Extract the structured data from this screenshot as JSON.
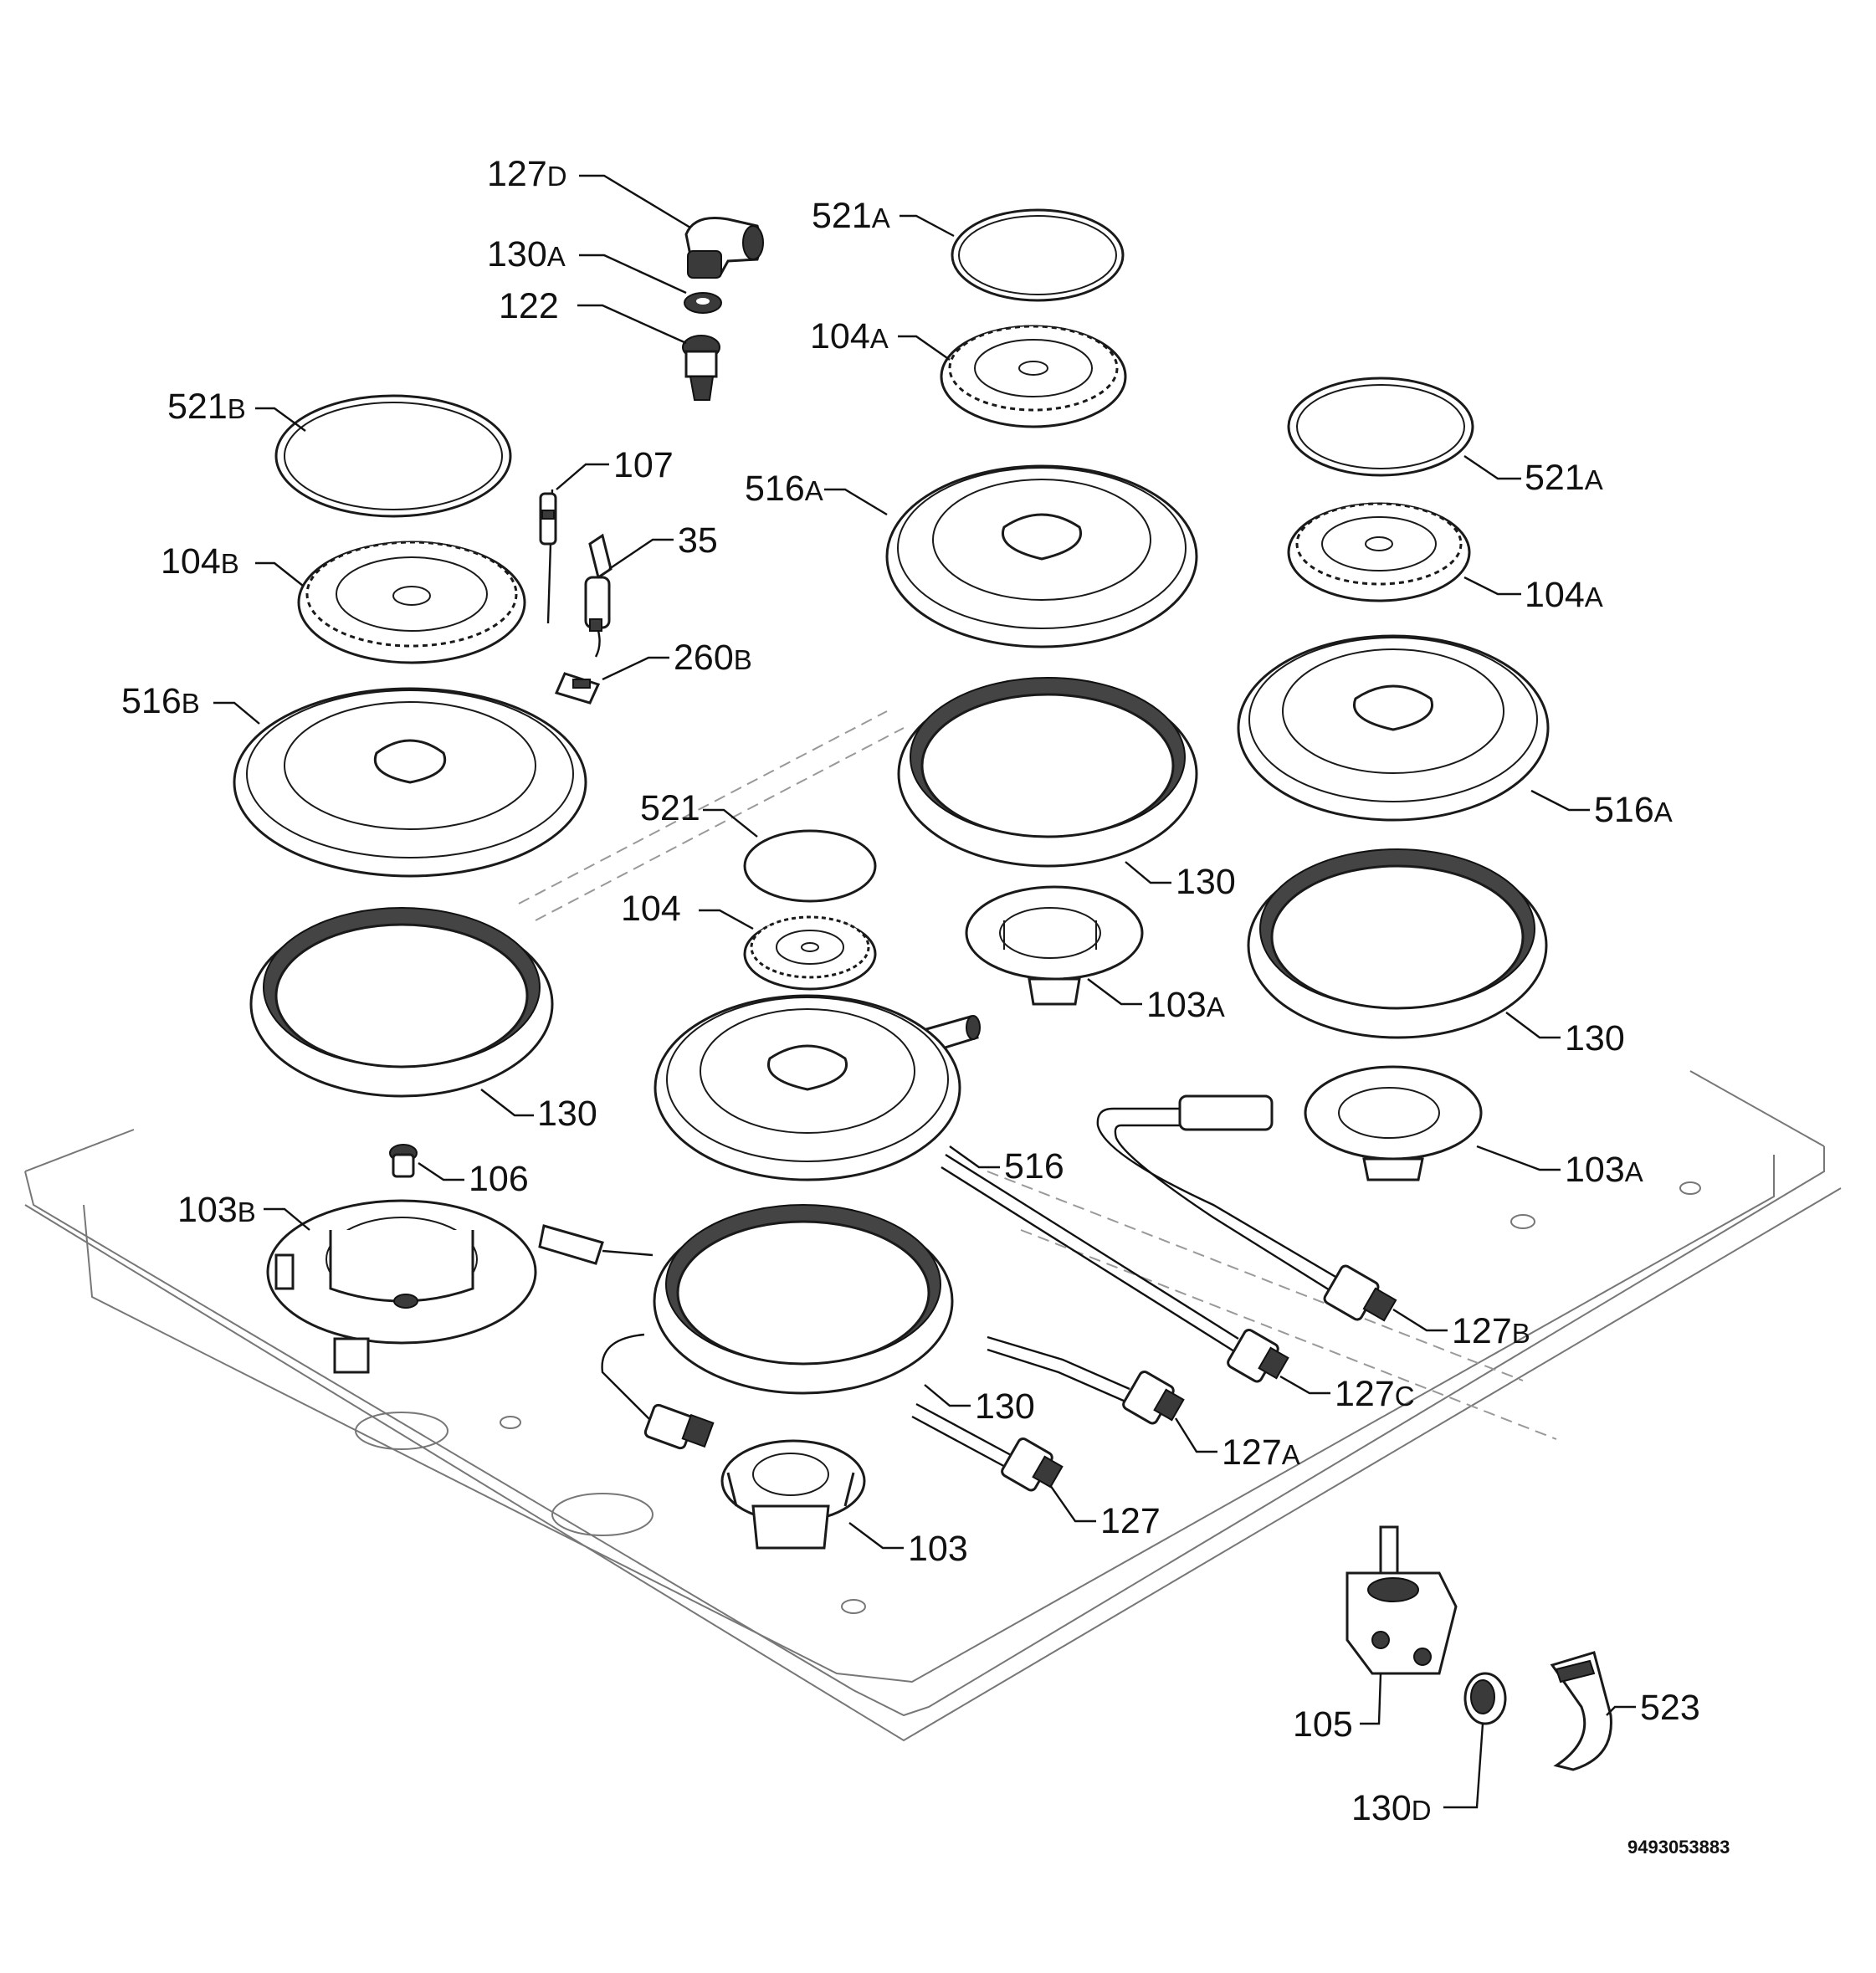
{
  "labels": {
    "l127d": "127",
    "l127d_s": "D",
    "l130a": "130",
    "l130a_s": "A",
    "l122": "122",
    "l521a_top": "521",
    "l521a_top_s": "A",
    "l104a_top": "104",
    "l104a_top_s": "A",
    "l521b": "521",
    "l521b_s": "B",
    "l107": "107",
    "l35": "35",
    "l104b": "104",
    "l104b_s": "B",
    "l260b": "260",
    "l260b_s": "B",
    "l516a_top": "516",
    "l516a_top_s": "A",
    "l521a_right": "521",
    "l521a_right_s": "A",
    "l104a_right": "104",
    "l104a_right_s": "A",
    "l516b": "516",
    "l516b_s": "B",
    "l516a_right": "516",
    "l516a_right_s": "A",
    "l521": "521",
    "l130_mid": "130",
    "l104": "104",
    "l103a_mid": "103",
    "l103a_mid_s": "A",
    "l130_right": "130",
    "l130_left": "130",
    "l516": "516",
    "l103a_right": "103",
    "l103a_right_s": "A",
    "l106": "106",
    "l103b": "103",
    "l103b_s": "B",
    "l127b": "127",
    "l127b_s": "B",
    "l127c": "127",
    "l127c_s": "C",
    "l130_low": "130",
    "l127a": "127",
    "l127a_s": "A",
    "l127": "127",
    "l103": "103",
    "l105": "105",
    "l523": "523",
    "l130d": "130",
    "l130d_s": "D",
    "drawing_number": "9493053883"
  }
}
